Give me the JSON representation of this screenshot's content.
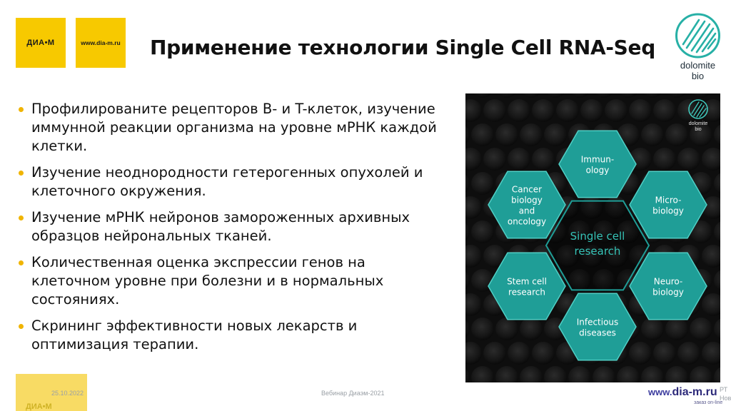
{
  "header": {
    "logo_left": {
      "brand": "ДИА•М"
    },
    "logo_right": {
      "url": "www.dia-m.ru"
    },
    "title": "Применение технологии Single Cell RNA-Seq",
    "corner_logo": {
      "line1": "dolomite",
      "line2": "bio"
    }
  },
  "bullets": [
    "Профилированите рецепторов B- и T-клеток, изучение иммунной реакции организма на уровне мРНК каждой клетки.",
    "Изучение неоднородности гетерогенных опухолей и клеточного окружения.",
    "Изучение мРНК нейронов замороженных архивных образцов нейрональных тканей.",
    "Количественная оценка экспрессии генов на клеточном уровне при болезни и в нормальных состояниях.",
    "Скрининг эффективности новых лекарств и оптимизация терапии."
  ],
  "diagram": {
    "logo": {
      "line1": "dolomite",
      "line2": "bio"
    },
    "center": [
      "Single cell",
      "research"
    ],
    "hexes": [
      {
        "id": "immunology",
        "lines": [
          "Immun-",
          "ology"
        ]
      },
      {
        "id": "microbiology",
        "lines": [
          "Micro-",
          "biology"
        ]
      },
      {
        "id": "neurobiology",
        "lines": [
          "Neuro-",
          "biology"
        ]
      },
      {
        "id": "infectious-diseases",
        "lines": [
          "Infectious",
          "diseases"
        ]
      },
      {
        "id": "stem-cell-research",
        "lines": [
          "Stem cell",
          "research"
        ]
      },
      {
        "id": "cancer-biology",
        "lines": [
          "Cancer",
          "biology",
          "and",
          "oncology"
        ]
      }
    ],
    "colors": {
      "hex_fill": "#1f9e97",
      "hex_stroke": "#4fd0c6",
      "center_stroke": "#1f9e97",
      "center_text": "#36c3b7"
    }
  },
  "footer": {
    "date": "25.10.2022",
    "webinar": "Вебинар Диаэм-2021",
    "site_www": "www.",
    "site_name": "dia-m.ru",
    "tagline": "заказ on-line",
    "brand": "ДИА•М",
    "cut_text": [
      "РТ",
      "Нов"
    ]
  },
  "colors": {
    "accent_yellow": "#f7c900",
    "bullet": "#f0b400",
    "site_blue": "#2d2a7a"
  }
}
